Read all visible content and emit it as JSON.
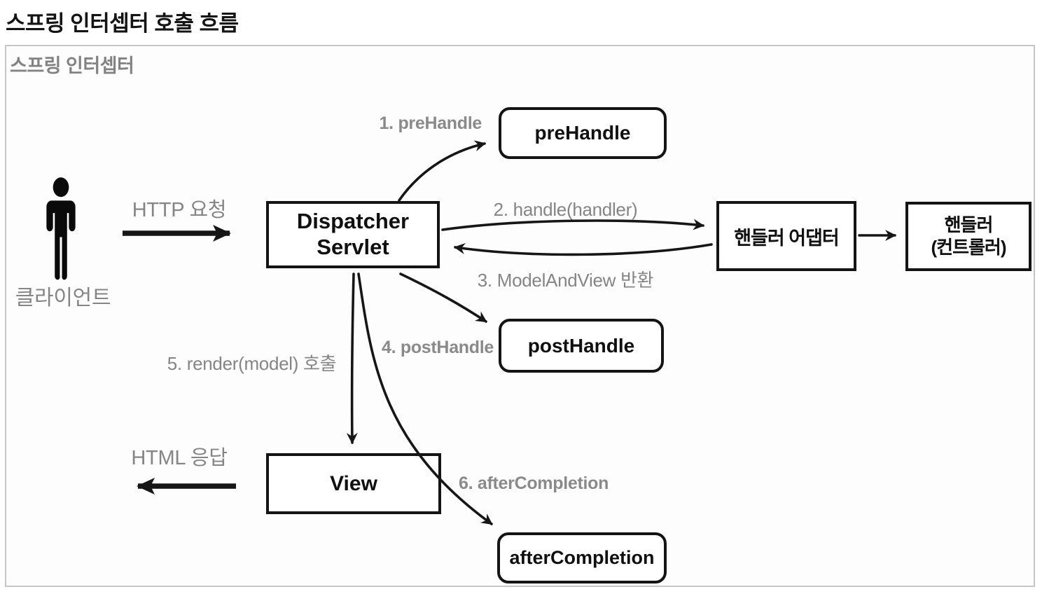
{
  "page": {
    "title": "스프링 인터셉터 호출 흐름"
  },
  "panel": {
    "label": "스프링 인터셉터"
  },
  "nodes": {
    "client": {
      "label": "클라이언트",
      "icon": "person-silhouette-icon"
    },
    "dispatcher": {
      "line1": "Dispatcher",
      "line2": "Servlet"
    },
    "pre_handle": {
      "label": "preHandle"
    },
    "handler_adapter": {
      "label": "핸들러 어댑터"
    },
    "handler_controller": {
      "line1": "핸들러",
      "line2": "(컨트롤러)"
    },
    "post_handle": {
      "label": "postHandle"
    },
    "view": {
      "label": "View"
    },
    "after_completion": {
      "label": "afterCompletion"
    }
  },
  "edges": {
    "http_request": "HTTP 요청",
    "step1": "1. preHandle",
    "step2": "2. handle(handler)",
    "step3": "3. ModelAndView 반환",
    "step4": "4. postHandle",
    "step5": "5. render(model) 호출",
    "step6": "6. afterCompletion",
    "html_response": "HTML 응답"
  },
  "colors": {
    "box_border": "#141414",
    "label_gray": "#858585",
    "panel_border": "#c6c6c6",
    "arrow": "#161616",
    "title_color": "#141414"
  }
}
